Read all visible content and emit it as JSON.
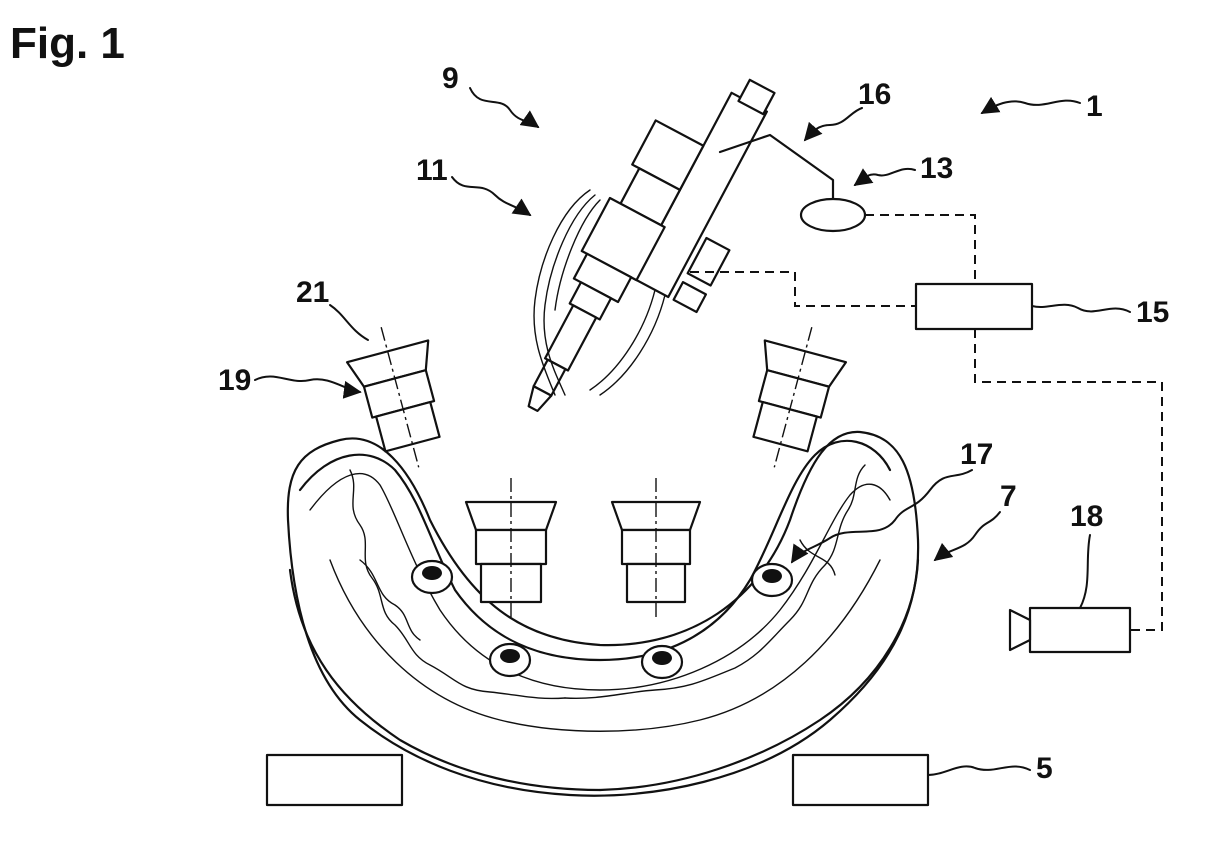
{
  "figure": {
    "title": "Fig. 1",
    "labels": {
      "l1": "1",
      "l5": "5",
      "l7": "7",
      "l9": "9",
      "l11": "11",
      "l13": "13",
      "l15": "15",
      "l16": "16",
      "l17": "17",
      "l18": "18",
      "l19": "19",
      "l21": "21"
    }
  }
}
